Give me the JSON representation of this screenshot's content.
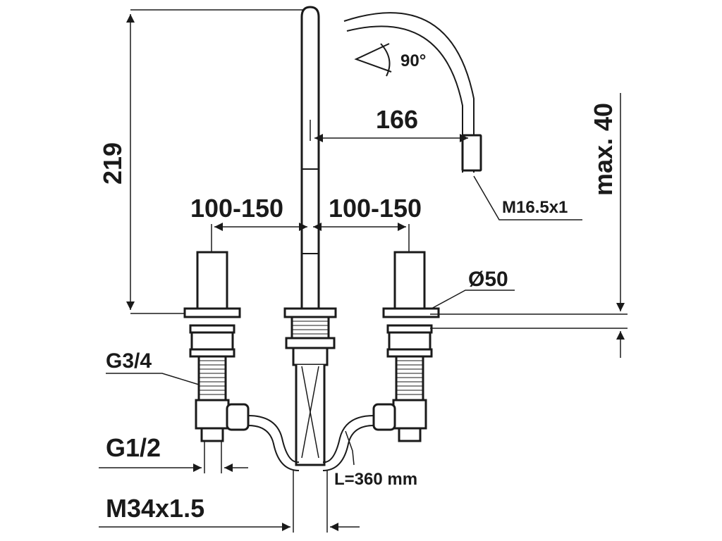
{
  "dimensions": {
    "height_total": "219",
    "spout_reach": "166",
    "swivel_angle": "90°",
    "spacing_left": "100-150",
    "spacing_right": "100-150",
    "aerator_thread": "M16.5x1",
    "max_deck_thickness": "max. 40",
    "base_diameter": "Ø50",
    "valve_thread": "G3/4",
    "supply_thread": "G1/2",
    "hose_length": "L=360 mm",
    "mounting_thread": "M34x1.5"
  }
}
